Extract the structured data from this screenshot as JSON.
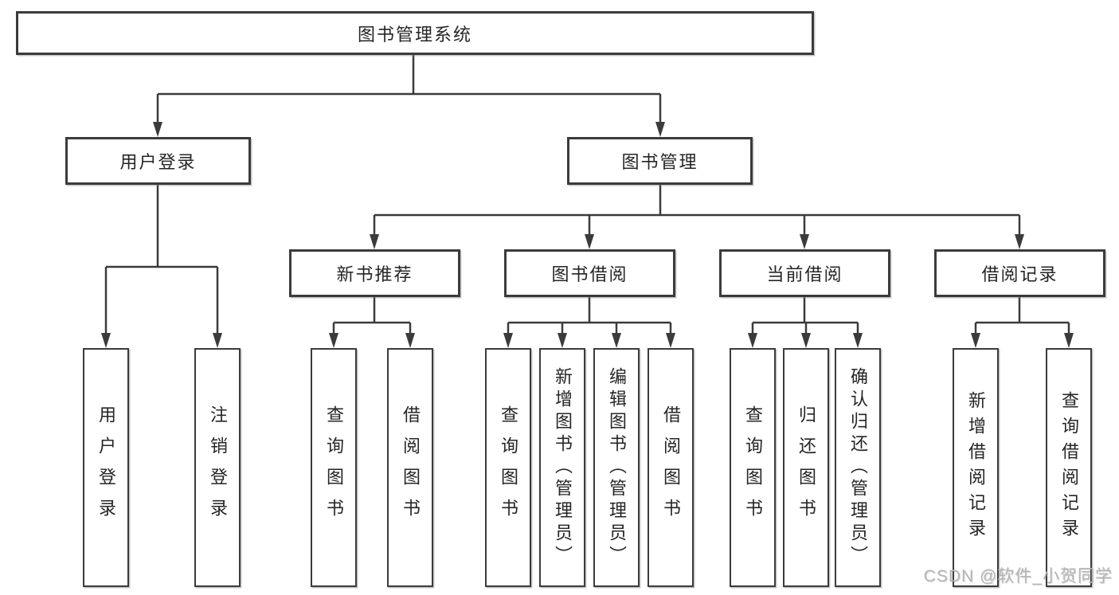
{
  "diagram": {
    "type": "hierarchy-tree",
    "root": {
      "label": "图书管理系统"
    },
    "children": [
      {
        "label": "用户登录",
        "children": [
          {
            "label": "用户登录"
          },
          {
            "label": "注销登录"
          }
        ]
      },
      {
        "label": "图书管理",
        "children": [
          {
            "label": "新书推荐",
            "children": [
              {
                "label": "查询图书"
              },
              {
                "label": "借阅图书"
              }
            ]
          },
          {
            "label": "图书借阅",
            "children": [
              {
                "label": "查询图书"
              },
              {
                "label": "新增图书（管理员）"
              },
              {
                "label": "编辑图书（管理员）"
              },
              {
                "label": "借阅图书"
              }
            ]
          },
          {
            "label": "当前借阅",
            "children": [
              {
                "label": "查询图书"
              },
              {
                "label": "归还图书"
              },
              {
                "label": "确认归还（管理员）"
              }
            ]
          },
          {
            "label": "借阅记录",
            "children": [
              {
                "label": "新增借阅记录"
              },
              {
                "label": "查询借阅记录"
              }
            ]
          }
        ]
      }
    ]
  },
  "watermark": {
    "text": "CSDN @软件_小贺同学"
  },
  "colors": {
    "line": "#3b3b3b",
    "box_border": "#3b3b3b",
    "box_fill": "#ffffff",
    "text": "#252525",
    "watermark": "#b5b5b5",
    "background": "#ffffff"
  }
}
